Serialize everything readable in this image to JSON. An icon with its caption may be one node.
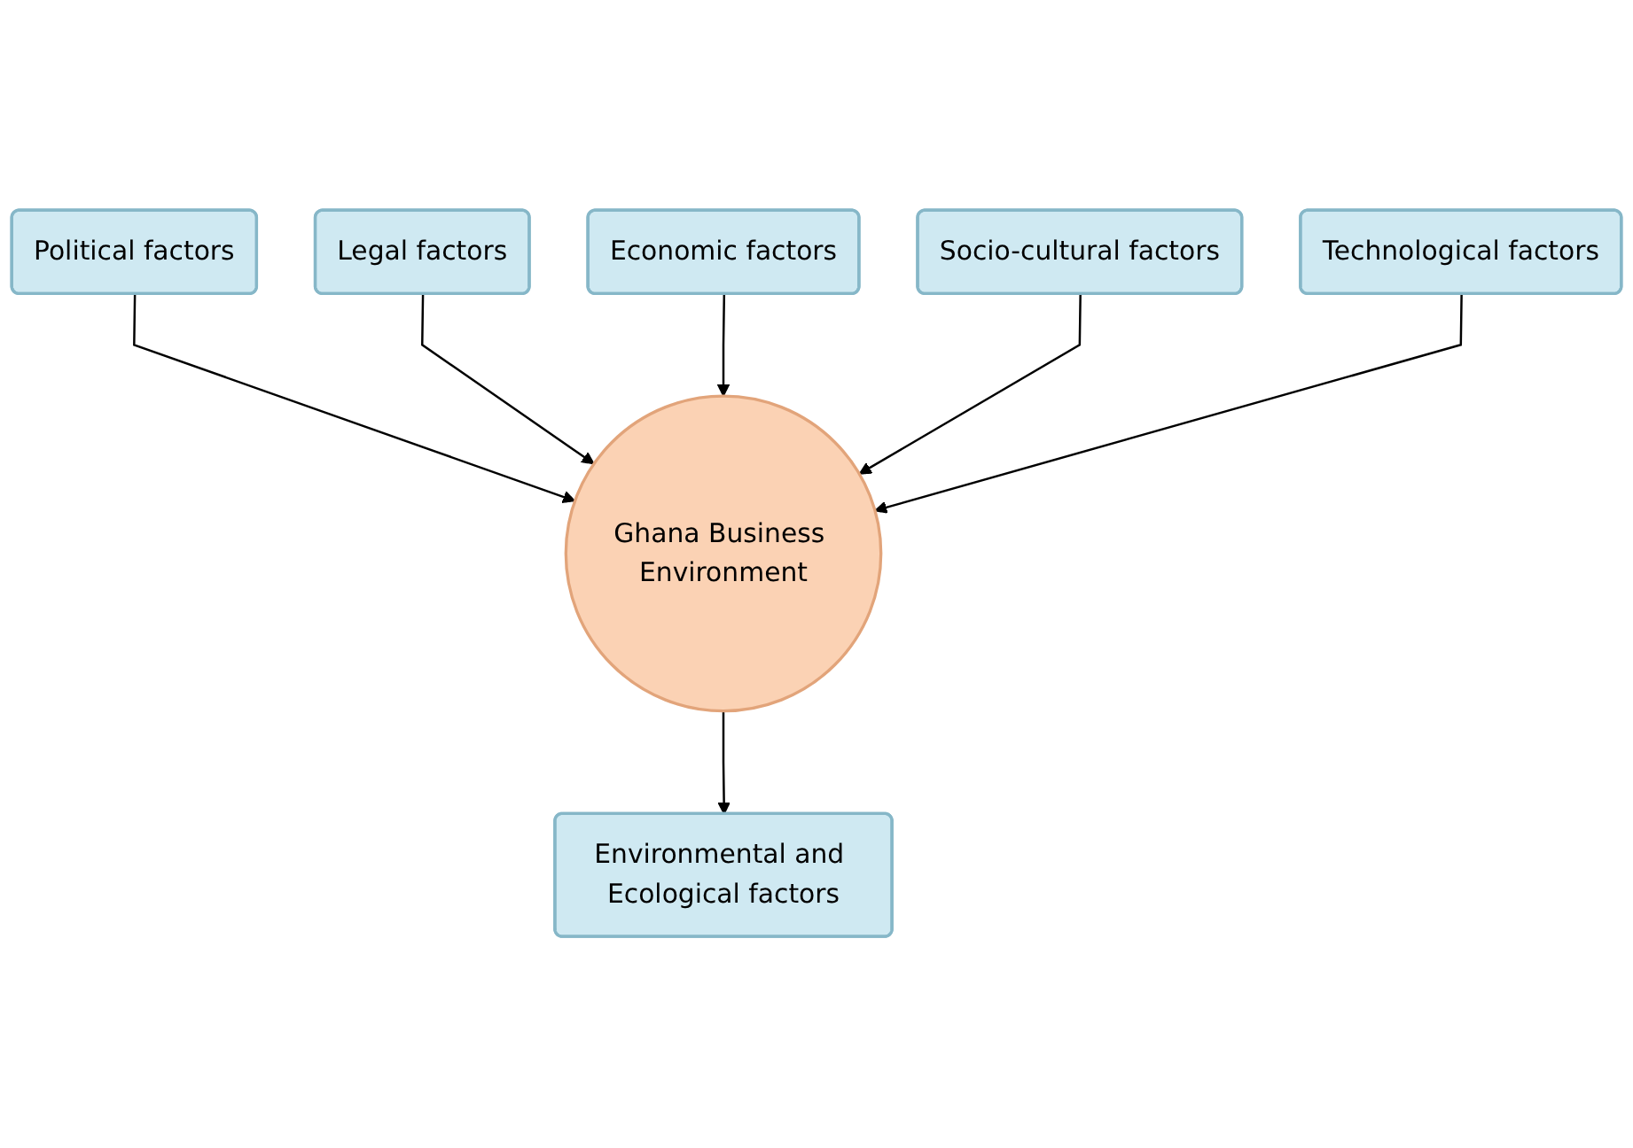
{
  "diagram": {
    "nodes": [
      {
        "text": [
          "Political factors"
        ]
      },
      {
        "text": [
          "Legal factors"
        ]
      },
      {
        "text": [
          "Economic factors"
        ]
      },
      {
        "text": [
          "Ghana Business Environment"
        ]
      },
      {
        "text": [
          "Environmental and Ecological factors"
        ]
      },
      {
        "text": [
          "Socio-cultural factors"
        ]
      },
      {
        "text": [
          "Technological factors"
        ]
      }
    ],
    "edges": [
      {
        "from": 0,
        "to": 3,
        "arrow": "to"
      },
      {
        "from": 1,
        "to": 3,
        "arrow": "to"
      },
      {
        "from": 2,
        "to": 3,
        "arrow": "to"
      },
      {
        "from": 3,
        "to": 4,
        "arrow": "to"
      },
      {
        "from": 5,
        "to": 3,
        "arrow": "to"
      },
      {
        "from": 6,
        "to": 3,
        "arrow": "to"
      }
    ]
  }
}
